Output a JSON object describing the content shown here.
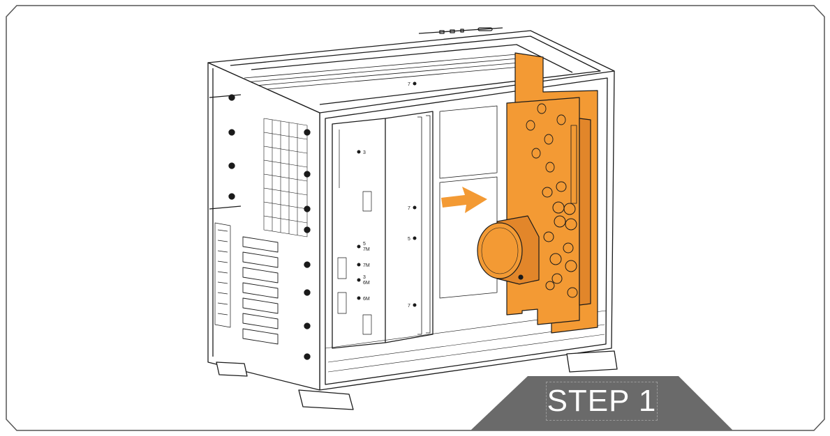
{
  "step": {
    "label": "STEP 1"
  },
  "panel_markings": {
    "side_labels": [
      "3",
      "5",
      "7M",
      "7M",
      "3",
      "6M",
      "6M"
    ],
    "rail_labels": [
      "7",
      "7",
      "5",
      "7"
    ]
  },
  "colors": {
    "highlight": "#f39a34",
    "outline": "#1a1a1a",
    "banner": "#6a6a6a",
    "frame": "#555555"
  },
  "icons": {
    "direction_arrow": "arrow-right-icon"
  }
}
